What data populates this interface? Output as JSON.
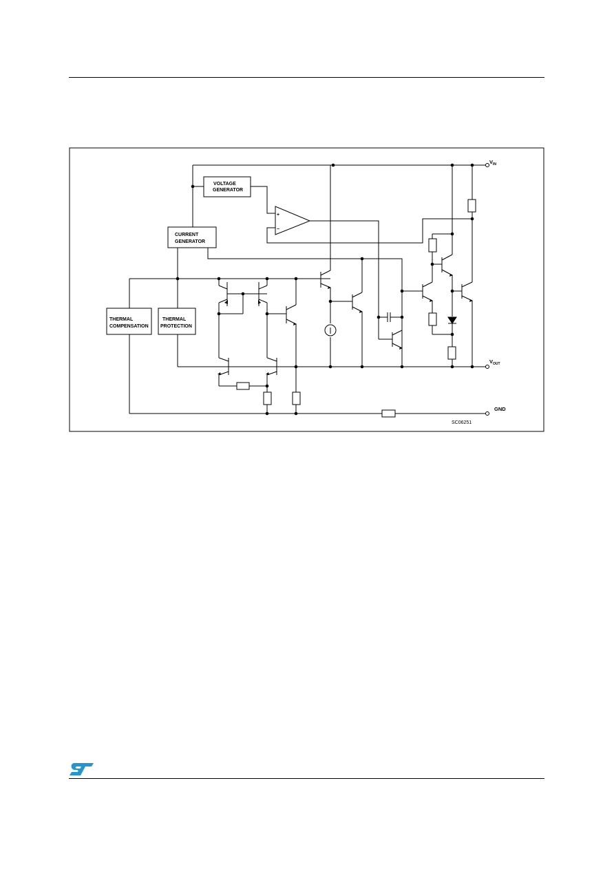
{
  "diagram": {
    "blocks": {
      "voltage_generator": [
        "VOLTAGE",
        "GENERATOR"
      ],
      "current_generator": [
        "CURRENT",
        "GENERATOR"
      ],
      "thermal_compensation": [
        "THERMAL",
        "COMPENSATION"
      ],
      "thermal_protection": [
        "THERMAL",
        "PROTECTION"
      ]
    },
    "pins": {
      "vin": {
        "main": "V",
        "sub": "IN"
      },
      "vout": {
        "main": "V",
        "sub": "OUT"
      },
      "gnd": "GND"
    },
    "opamp": {
      "plus": "+",
      "minus": "−"
    },
    "figure_code": "SC06251"
  },
  "colors": {
    "logo": "#2196D3",
    "line": "#000000"
  }
}
